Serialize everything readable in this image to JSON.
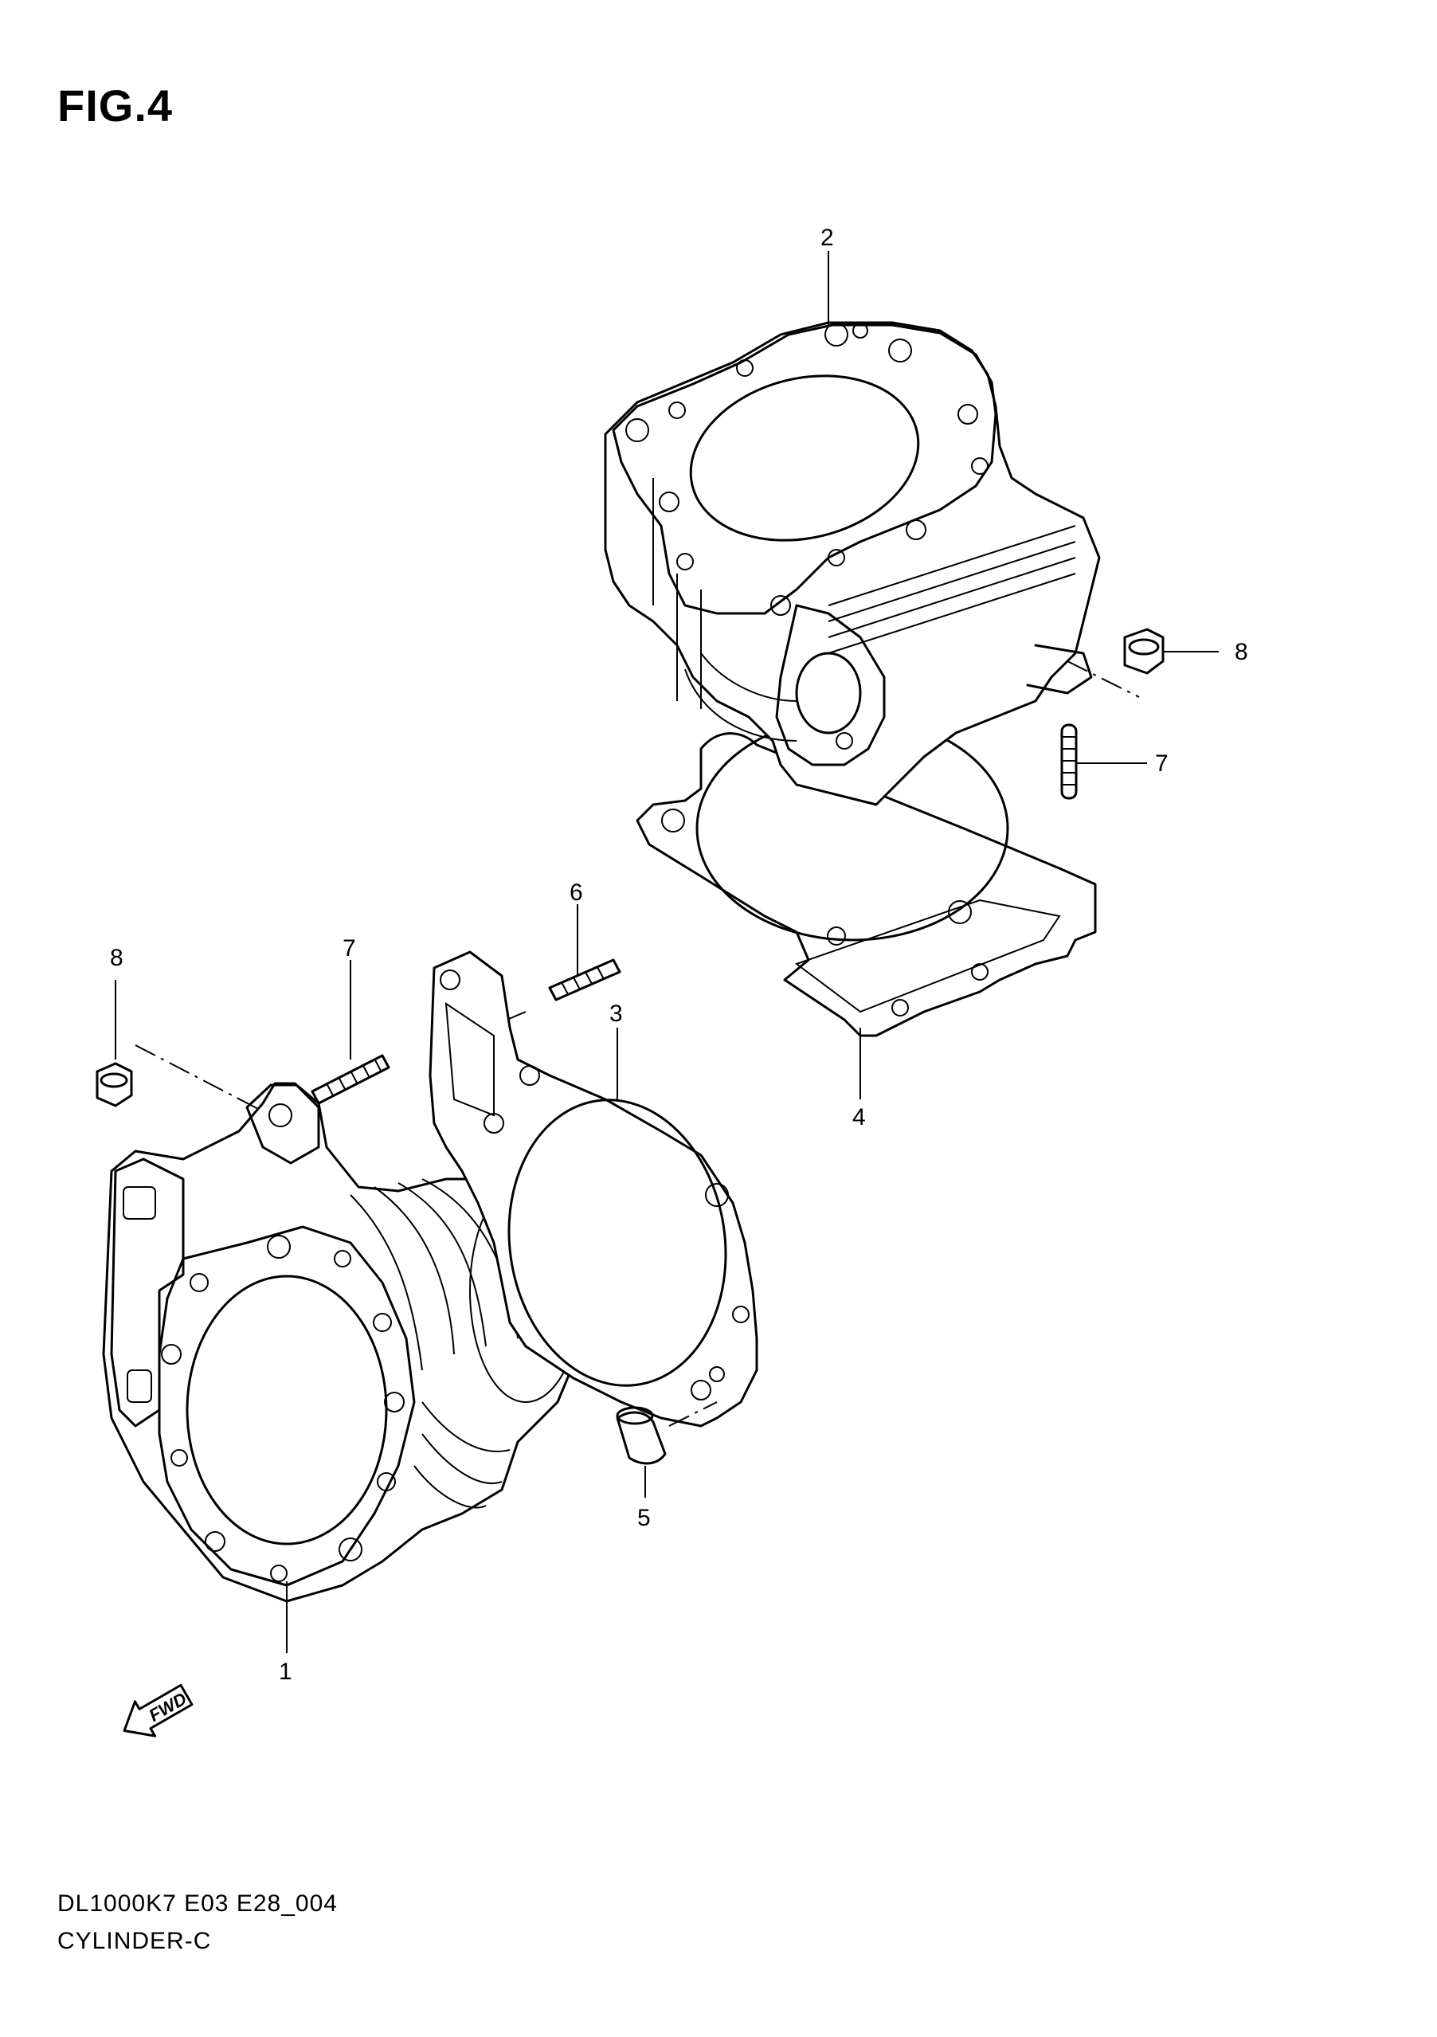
{
  "figure": {
    "title": "FIG.4"
  },
  "callouts": {
    "c1": "1",
    "c2": "2",
    "c3": "3",
    "c4": "4",
    "c5": "5",
    "c6": "6",
    "c7a": "7",
    "c7b": "7",
    "c8a": "8",
    "c8b": "8"
  },
  "fwd_label": "FWD",
  "footer": {
    "code": "DL1000K7 E03 E28_004",
    "name": "CYLINDER-C"
  }
}
